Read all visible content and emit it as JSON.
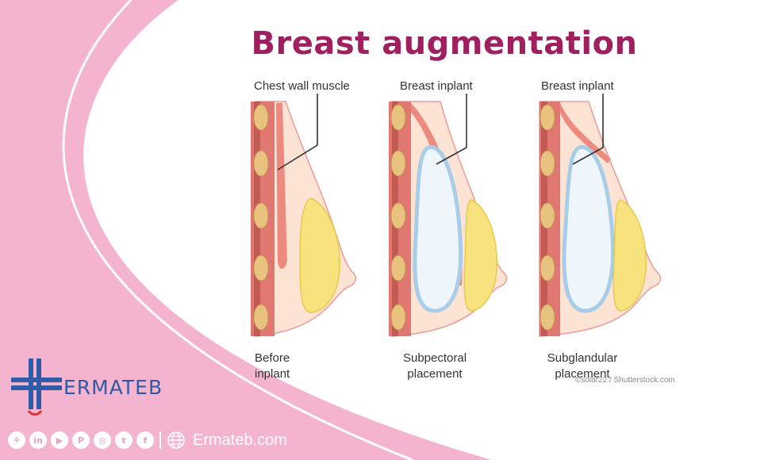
{
  "title": "Breast augmentation",
  "panels": [
    {
      "pointer_label": "Chest wall muscle",
      "caption": [
        "Before",
        "inplant"
      ]
    },
    {
      "pointer_label": "Breast inplant",
      "caption": [
        "Subpectoral",
        "placement"
      ]
    },
    {
      "pointer_label": "Breast inplant",
      "caption": [
        "Subglandular",
        "placement"
      ]
    }
  ],
  "credit": "©solar22 / Shutterstock.com",
  "brand": {
    "name": "ERMATEB",
    "website": "Ermateb.com"
  },
  "social_icons": [
    "share-icon",
    "linkedin-icon",
    "youtube-icon",
    "pinterest-icon",
    "instagram-icon",
    "twitter-icon",
    "facebook-icon",
    "globe-icon"
  ],
  "colors": {
    "background_pink": "#f4b3cf",
    "title": "#a0205f",
    "brand_blue": "#2f5aa6",
    "brand_red": "#d23a3a",
    "skin": "#fde3d4",
    "muscle": "#e98b82",
    "implant": "#dcebf7",
    "fat": "#f7e27d"
  }
}
